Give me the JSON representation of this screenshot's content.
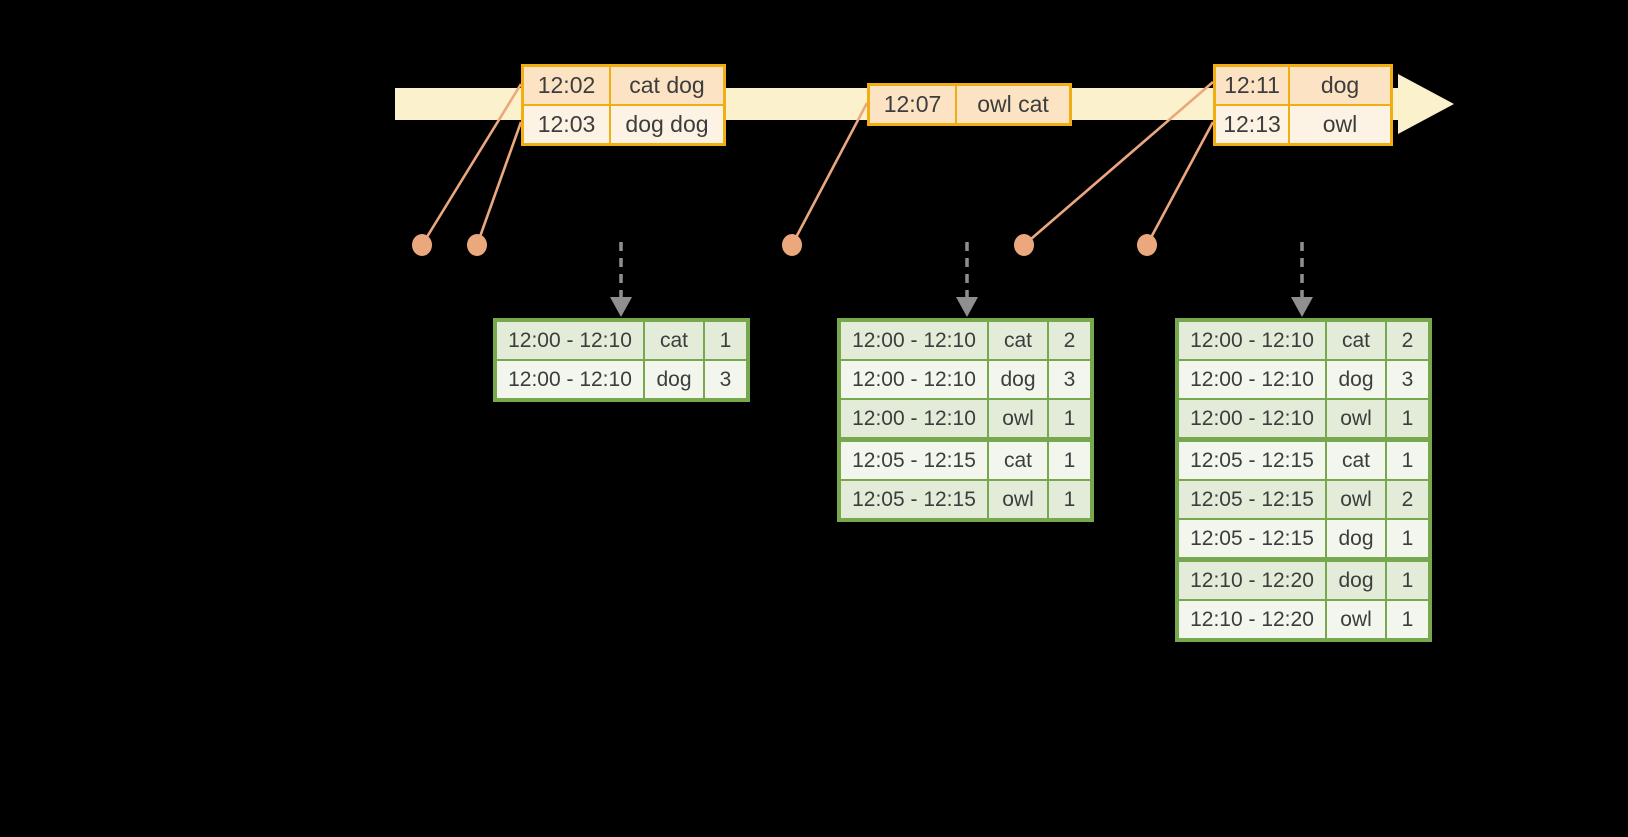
{
  "colors": {
    "page_bg": "#000000",
    "timeline_band": "#fcf1cd",
    "event_border": "#f0ae12",
    "event_row_peach": "#fbe3c3",
    "event_row_cream": "#fdf3e4",
    "connector": "#eba87d",
    "flow_arrow": "#8f8f8f",
    "result_border": "#77a84e",
    "result_row_dark": "#e3ecd9",
    "result_row_light": "#f2f6ed",
    "cell_text": "#3d3d3d"
  },
  "event_tables": [
    {
      "rows": [
        {
          "time": "12:02",
          "words": "cat dog"
        },
        {
          "time": "12:03",
          "words": "dog dog"
        }
      ]
    },
    {
      "rows": [
        {
          "time": "12:07",
          "words": "owl cat"
        }
      ]
    },
    {
      "rows": [
        {
          "time": "12:11",
          "words": "dog"
        },
        {
          "time": "12:13",
          "words": "owl"
        }
      ]
    }
  ],
  "result_tables": [
    {
      "group_breaks": [],
      "rows": [
        {
          "window": "12:00 - 12:10",
          "word": "cat",
          "count": "1"
        },
        {
          "window": "12:00 - 12:10",
          "word": "dog",
          "count": "3"
        }
      ]
    },
    {
      "group_breaks": [
        3
      ],
      "rows": [
        {
          "window": "12:00 - 12:10",
          "word": "cat",
          "count": "2"
        },
        {
          "window": "12:00 - 12:10",
          "word": "dog",
          "count": "3"
        },
        {
          "window": "12:00 - 12:10",
          "word": "owl",
          "count": "1"
        },
        {
          "window": "12:05 - 12:15",
          "word": "cat",
          "count": "1"
        },
        {
          "window": "12:05 - 12:15",
          "word": "owl",
          "count": "1"
        }
      ]
    },
    {
      "group_breaks": [
        3,
        6
      ],
      "rows": [
        {
          "window": "12:00 - 12:10",
          "word": "cat",
          "count": "2"
        },
        {
          "window": "12:00 - 12:10",
          "word": "dog",
          "count": "3"
        },
        {
          "window": "12:00 - 12:10",
          "word": "owl",
          "count": "1"
        },
        {
          "window": "12:05 - 12:15",
          "word": "cat",
          "count": "1"
        },
        {
          "window": "12:05 - 12:15",
          "word": "owl",
          "count": "2"
        },
        {
          "window": "12:05 - 12:15",
          "word": "dog",
          "count": "1"
        },
        {
          "window": "12:10 - 12:20",
          "word": "dog",
          "count": "1"
        },
        {
          "window": "12:10 - 12:20",
          "word": "owl",
          "count": "1"
        }
      ]
    }
  ]
}
